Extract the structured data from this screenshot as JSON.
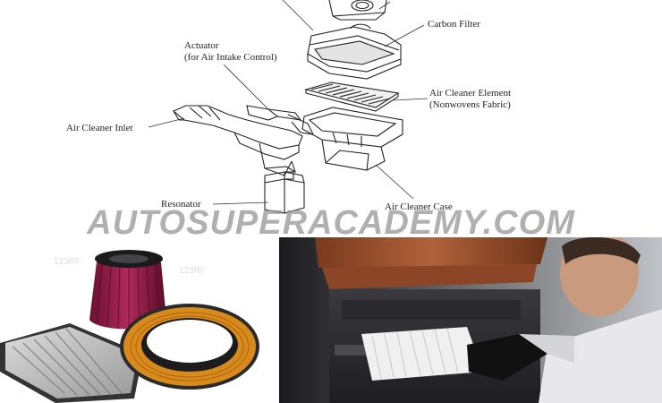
{
  "watermark": "AUTOSUPERACADEMY.COM",
  "diagram": {
    "labels": {
      "carbon_filter": "Carbon Filter",
      "actuator_line1": "Actuator",
      "actuator_line2": "(for Air Intake Control)",
      "air_cleaner_element_line1": "Air Cleaner Element",
      "air_cleaner_element_line2": "(Nonwovens Fabric)",
      "air_cleaner_inlet": "Air Cleaner Inlet",
      "resonator": "Resonator",
      "air_cleaner_case": "Air Cleaner Case"
    }
  },
  "photos": {
    "filters_photo_watermark": "123RF"
  }
}
